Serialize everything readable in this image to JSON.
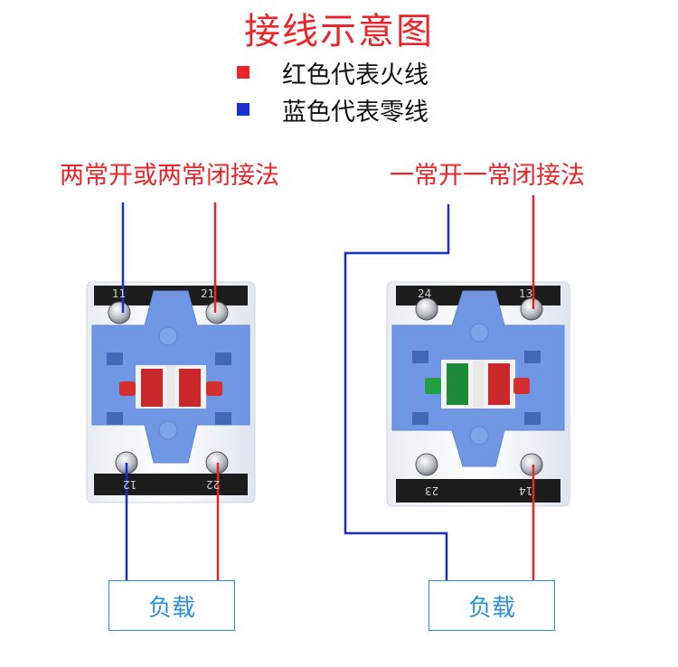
{
  "title": "接线示意图",
  "legend": [
    {
      "color": "#e8262a",
      "label": "红色代表火线"
    },
    {
      "color": "#1a2fcc",
      "label": "蓝色代表零线"
    }
  ],
  "left": {
    "heading": "两常开或两常闭接法",
    "terminals": {
      "top_left": "11",
      "top_right": "21",
      "bottom_left": "12",
      "bottom_right": "22"
    },
    "load_label": "负载"
  },
  "right": {
    "heading": "一常开一常闭接法",
    "terminals": {
      "top_left": "24",
      "top_right": "13",
      "bottom_left": "23",
      "bottom_right": "14"
    },
    "load_label": "负载"
  },
  "colors": {
    "live": "#e8262a",
    "neutral": "#1a2fcc",
    "housing": "#6f97e3",
    "load_border": "#2a8fd8"
  }
}
